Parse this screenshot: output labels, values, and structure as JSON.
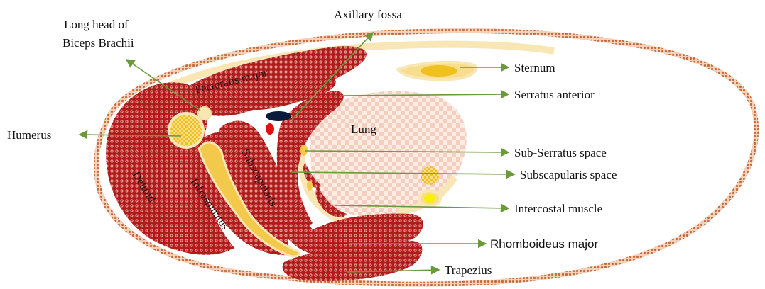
{
  "diagram": {
    "labels": {
      "long_head_line1": "Long head of",
      "long_head_line2": "Biceps Brachii",
      "axillary_fossa": "Axillary fossa",
      "sternum": "Sternum",
      "serratus_anterior": "Serratus anterior",
      "humerus": "Humerus",
      "lung": "Lung",
      "sub_serratus_space": "Sub-Serratus space",
      "subscapularis_space": "Subscapularis space",
      "intercostal_muscle": "Intercostal muscle",
      "rhomboideus_major": "Rhomboideus major",
      "trapezius": "Trapezius"
    },
    "muscle_labels": {
      "pectoralis_major": "Pectoralis major",
      "deltoid": "Deltoid",
      "infraspinatus": "Infraspinatus",
      "subscapularis": "Subscapularis"
    },
    "colors": {
      "muscle": "#b01c1c",
      "muscle_dot": "#e8b0a8",
      "bone": "#f0c020",
      "bone_light": "#f7dd8c",
      "fascia": "#f8e7b4",
      "skin": "#c86a3a",
      "lung": "#f6d8cc",
      "lead_line": "#6a9a3a",
      "vein": "#0b1a3a",
      "artery": "#e01010"
    }
  }
}
